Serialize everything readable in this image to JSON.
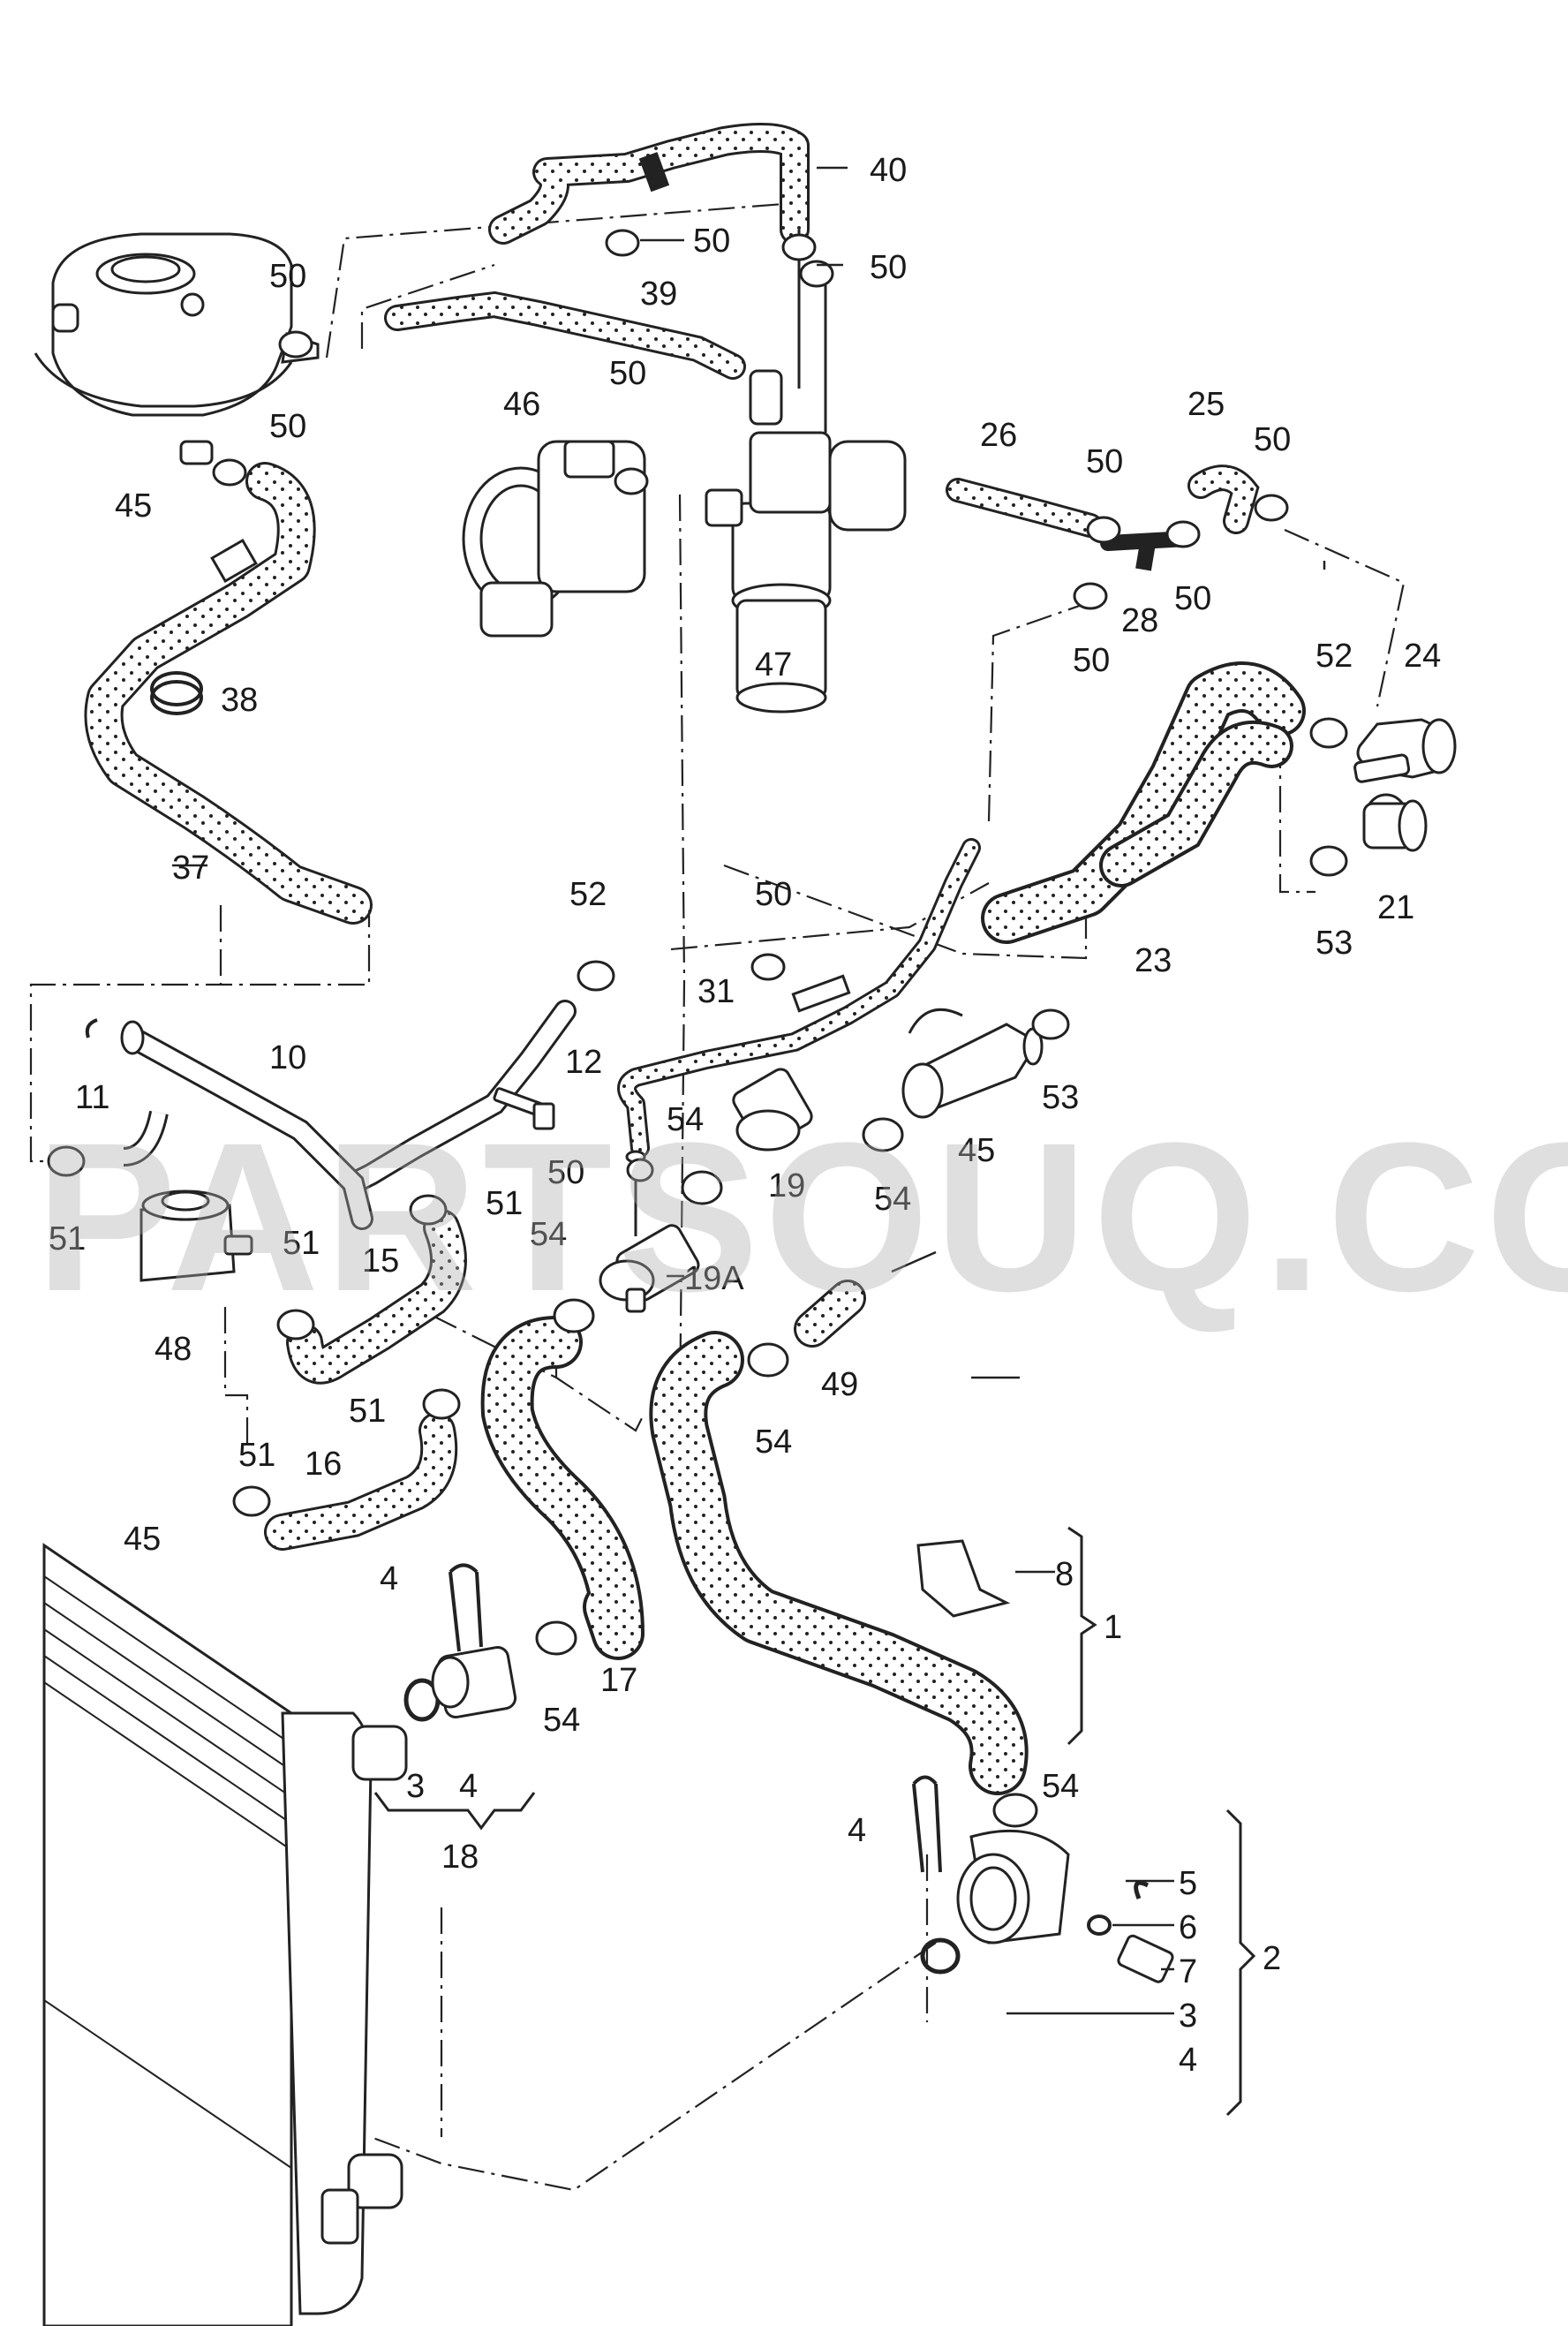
{
  "diagram": {
    "watermark": "PARTSOUQ.COM",
    "callouts": [
      {
        "id": "c40",
        "text": "40"
      },
      {
        "id": "c50a",
        "text": "50"
      },
      {
        "id": "c50b",
        "text": "50"
      },
      {
        "id": "c50c",
        "text": "50"
      },
      {
        "id": "c39",
        "text": "39"
      },
      {
        "id": "c46",
        "text": "46"
      },
      {
        "id": "c50d",
        "text": "50"
      },
      {
        "id": "c45a",
        "text": "45"
      },
      {
        "id": "c50e",
        "text": "50"
      },
      {
        "id": "c26",
        "text": "26"
      },
      {
        "id": "c50f",
        "text": "50"
      },
      {
        "id": "c25",
        "text": "25"
      },
      {
        "id": "c50g",
        "text": "50"
      },
      {
        "id": "c50h",
        "text": "50"
      },
      {
        "id": "c28",
        "text": "28"
      },
      {
        "id": "c50i",
        "text": "50"
      },
      {
        "id": "c47",
        "text": "47"
      },
      {
        "id": "c38",
        "text": "38"
      },
      {
        "id": "c52a",
        "text": "52"
      },
      {
        "id": "c24",
        "text": "24"
      },
      {
        "id": "c37",
        "text": "37"
      },
      {
        "id": "c21",
        "text": "21"
      },
      {
        "id": "c53a",
        "text": "53"
      },
      {
        "id": "c23",
        "text": "23"
      },
      {
        "id": "c52b",
        "text": "52"
      },
      {
        "id": "c50j",
        "text": "50"
      },
      {
        "id": "c31",
        "text": "31"
      },
      {
        "id": "c11",
        "text": "11"
      },
      {
        "id": "c10",
        "text": "10"
      },
      {
        "id": "c12",
        "text": "12"
      },
      {
        "id": "c53b",
        "text": "53"
      },
      {
        "id": "c45b",
        "text": "45"
      },
      {
        "id": "c54a",
        "text": "54"
      },
      {
        "id": "c50k",
        "text": "50"
      },
      {
        "id": "c19",
        "text": "19"
      },
      {
        "id": "c54b",
        "text": "54"
      },
      {
        "id": "c51a",
        "text": "51"
      },
      {
        "id": "c51b",
        "text": "51"
      },
      {
        "id": "c54c",
        "text": "54"
      },
      {
        "id": "c19a",
        "text": "19A"
      },
      {
        "id": "c51c",
        "text": "51"
      },
      {
        "id": "c15",
        "text": "15"
      },
      {
        "id": "c48",
        "text": "48"
      },
      {
        "id": "c49",
        "text": "49"
      },
      {
        "id": "c51d",
        "text": "51"
      },
      {
        "id": "c54d",
        "text": "54"
      },
      {
        "id": "c51e",
        "text": "51"
      },
      {
        "id": "c16",
        "text": "16"
      },
      {
        "id": "c45c",
        "text": "45"
      },
      {
        "id": "c8",
        "text": "8"
      },
      {
        "id": "c4a",
        "text": "4"
      },
      {
        "id": "c1",
        "text": "1"
      },
      {
        "id": "c17",
        "text": "17"
      },
      {
        "id": "c54e",
        "text": "54"
      },
      {
        "id": "c3a",
        "text": "3"
      },
      {
        "id": "c4b",
        "text": "4"
      },
      {
        "id": "c18",
        "text": "18"
      },
      {
        "id": "c54f",
        "text": "54"
      },
      {
        "id": "c4c",
        "text": "4"
      },
      {
        "id": "c5",
        "text": "5"
      },
      {
        "id": "c6",
        "text": "6"
      },
      {
        "id": "c2",
        "text": "2"
      },
      {
        "id": "c7",
        "text": "7"
      },
      {
        "id": "c3b",
        "text": "3"
      },
      {
        "id": "c4d",
        "text": "4"
      }
    ]
  }
}
